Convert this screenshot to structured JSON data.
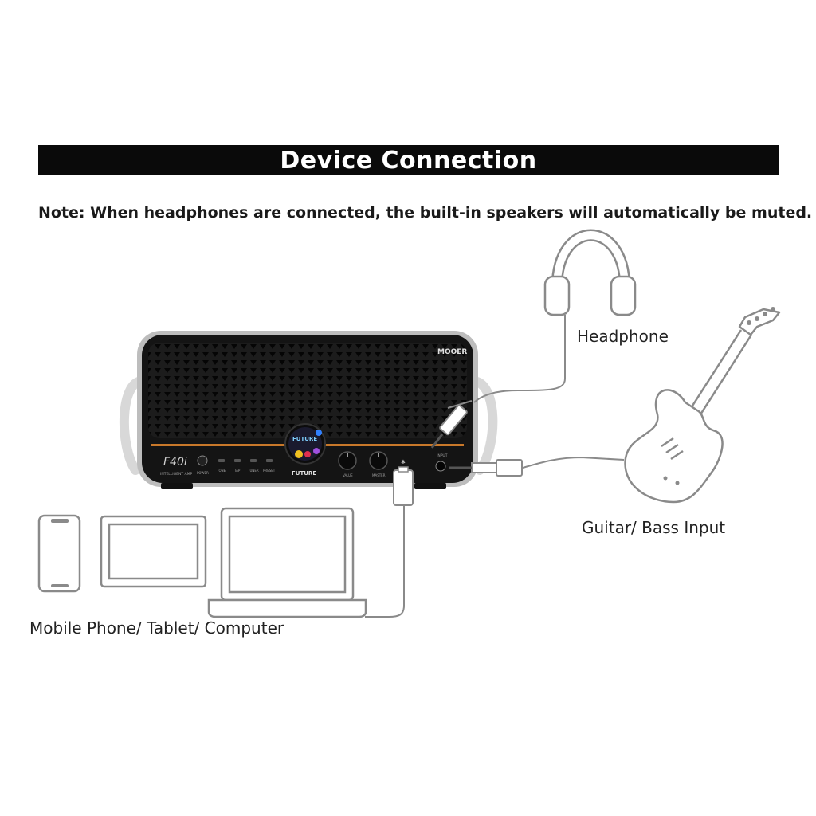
{
  "title": "Device Connection",
  "note": "Note: When headphones are connected, the built-in speakers will automatically be muted.",
  "labels": {
    "headphone": "Headphone",
    "guitar": "Guitar/ Bass Input",
    "devices": "Mobile Phone/ Tablet/ Computer"
  },
  "amp": {
    "brand": "MOOER",
    "model": "F40i",
    "subtitle": "INTELLIGENT AMP",
    "series": "FUTURE",
    "buttons": [
      "POWER",
      "TONE",
      "TAP",
      "TUNER",
      "PRESET"
    ],
    "knobs": [
      "VALUE",
      "MASTER"
    ],
    "input_label": "INPUT"
  },
  "colors": {
    "title_bar": "#0a0a0a",
    "amp_body": "#141414",
    "accent_stripe": "#c8782a",
    "line_art": "#8a8a8a"
  }
}
